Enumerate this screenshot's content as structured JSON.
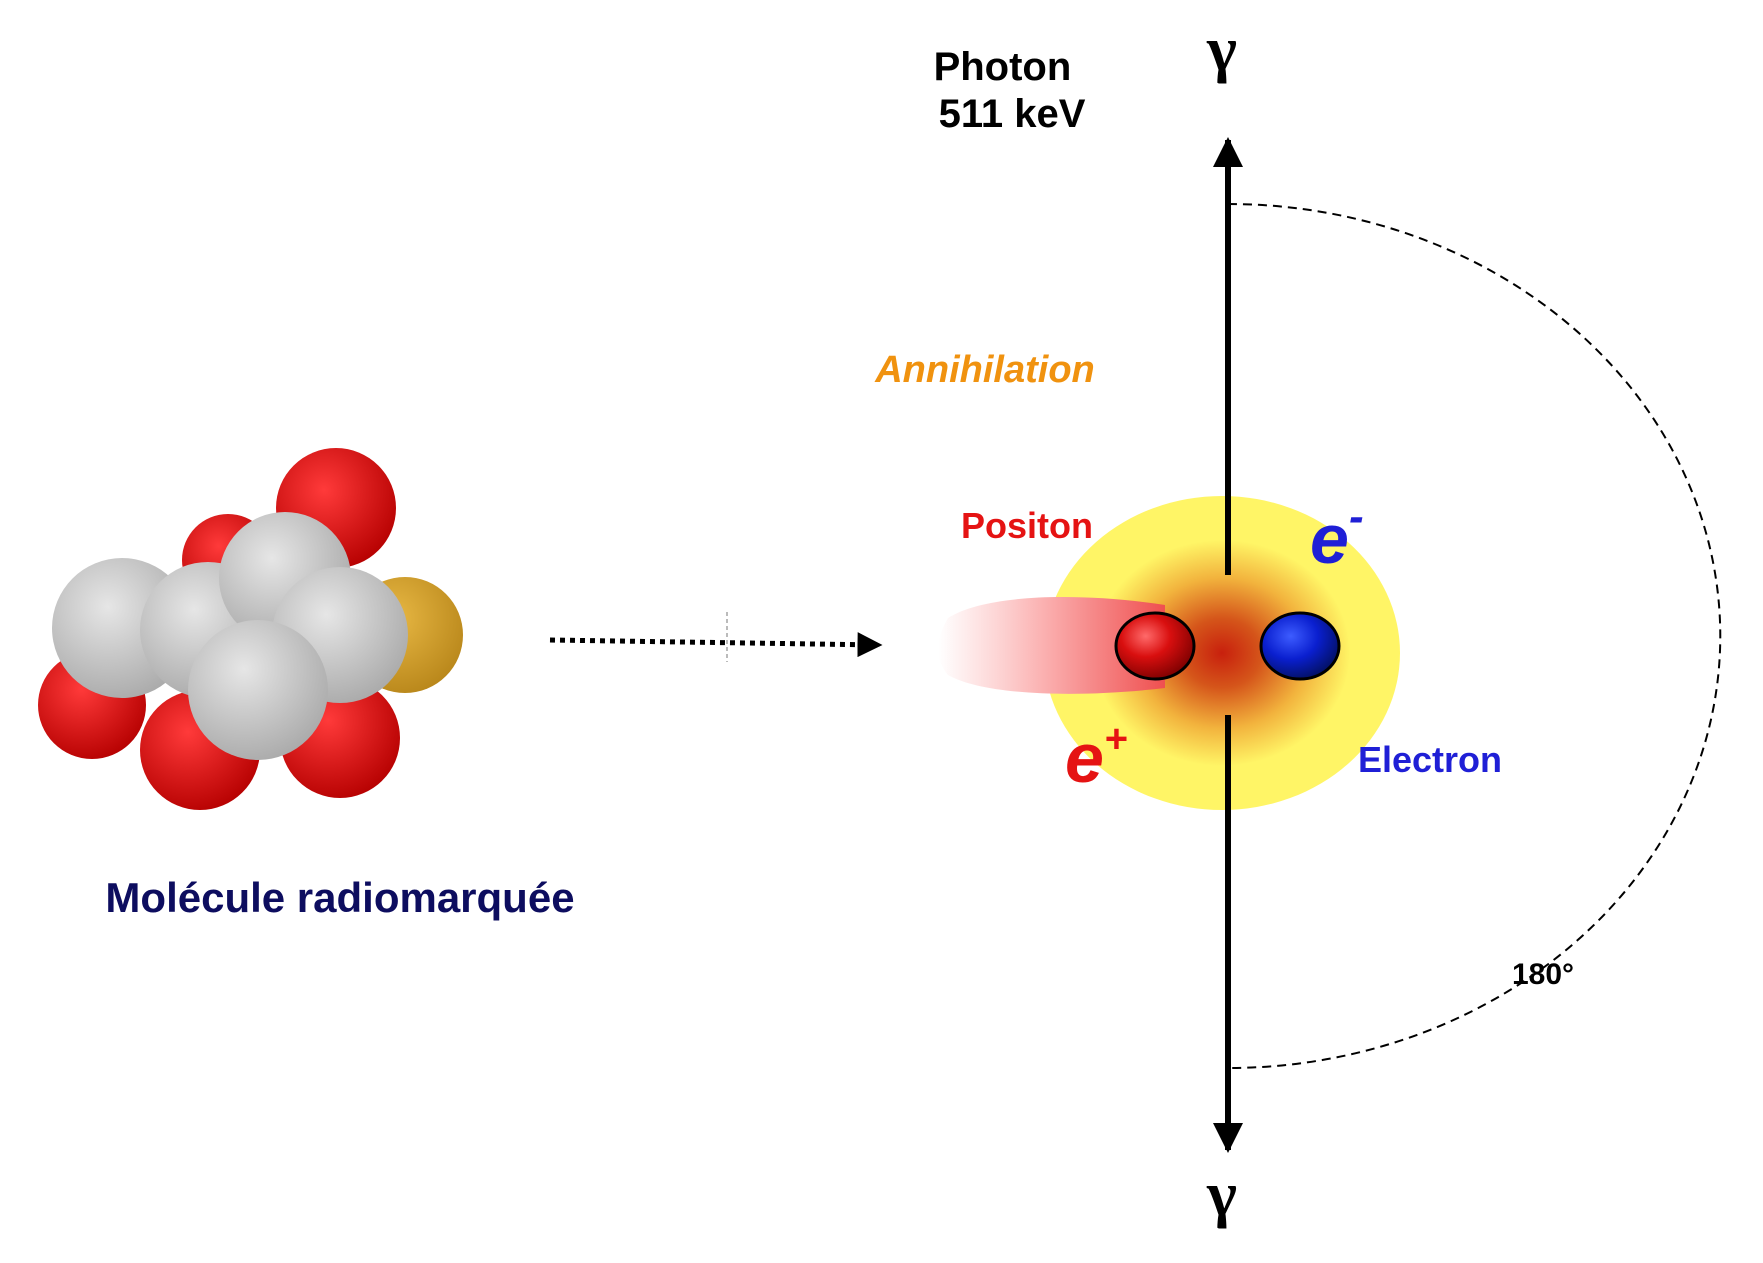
{
  "molecule": {
    "label": "Molécule radiomarquée",
    "label_color": "#0d0d5f",
    "carbon_color": "#c8c8c8",
    "oxygen_color": "#e01010",
    "label_atom_color": "#d4a22a"
  },
  "annihilation": {
    "label": "Annihilation",
    "color": "#f0920f",
    "glow_color": "#fff566"
  },
  "positron": {
    "label": "Positon",
    "symbol": "e",
    "charge": "+",
    "color": "#e51313"
  },
  "electron": {
    "label": "Electron",
    "symbol": "e",
    "charge": "-",
    "color": "#1f1fd6"
  },
  "photon": {
    "label_line1": "Photon",
    "label_line2": "511 keV",
    "gamma_top": "γ",
    "gamma_bottom": "γ"
  },
  "angle": {
    "label": "180°"
  }
}
